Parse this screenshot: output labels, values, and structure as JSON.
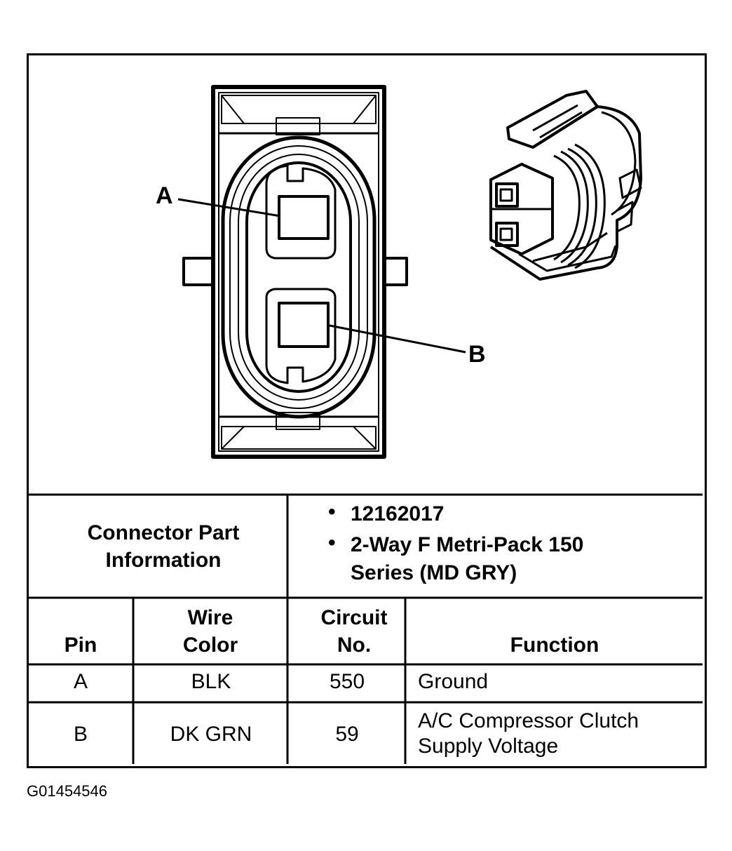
{
  "diagram": {
    "callouts": {
      "pin_a": "A",
      "pin_b": "B"
    }
  },
  "connector_info": {
    "label": "Connector Part Information",
    "bullets": [
      "12162017",
      "2-Way F Metri-Pack 150 Series (MD GRY)"
    ]
  },
  "pin_table": {
    "headers": {
      "pin": "Pin",
      "wire_color": "Wire Color",
      "circuit_no": "Circuit No.",
      "function": "Function"
    },
    "rows": [
      {
        "pin": "A",
        "wire_color": "BLK",
        "circuit_no": "550",
        "function": "Ground"
      },
      {
        "pin": "B",
        "wire_color": "DK GRN",
        "circuit_no": "59",
        "function": "A/C Compressor Clutch Supply Voltage"
      }
    ]
  },
  "figure_id": "G01454546"
}
